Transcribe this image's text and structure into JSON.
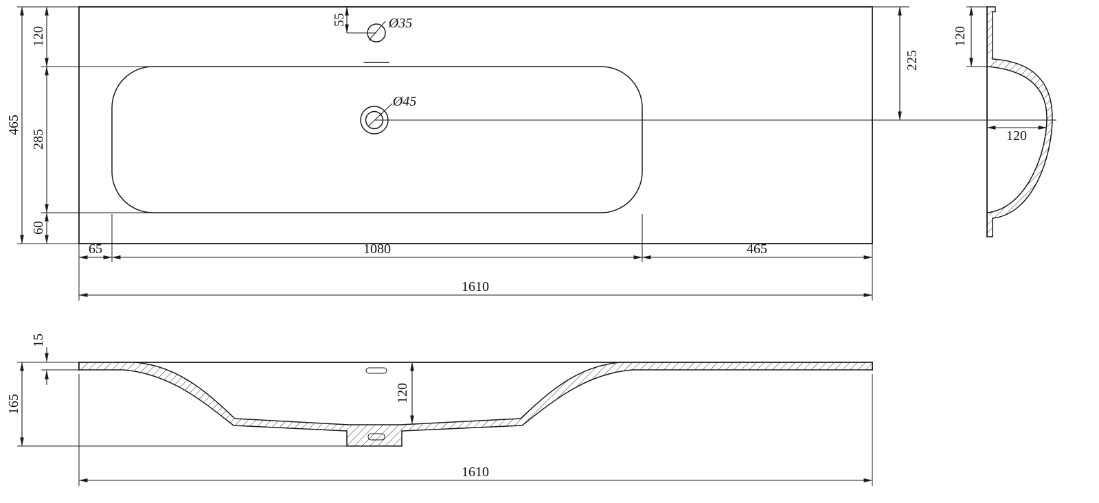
{
  "drawing": {
    "background": "#ffffff",
    "line_color": "#1a1a1a",
    "views": {
      "top": {
        "dims": {
          "overall_depth": "465",
          "back_margin": "120",
          "basin_depth": "285",
          "front_margin": "60",
          "faucet_offset": "55",
          "faucet_hole": "Ø35",
          "drain_hole": "Ø45",
          "drain_from_back": "225",
          "basin_left_offset": "65",
          "basin_width": "1080",
          "basin_right_offset": "465",
          "overall_width": "1610"
        }
      },
      "side": {
        "dims": {
          "back_margin": "120",
          "bowl_depth": "120"
        }
      },
      "front": {
        "dims": {
          "rim_thickness": "15",
          "overall_height": "165",
          "bowl_depth": "120",
          "overall_width": "1610"
        }
      }
    }
  }
}
